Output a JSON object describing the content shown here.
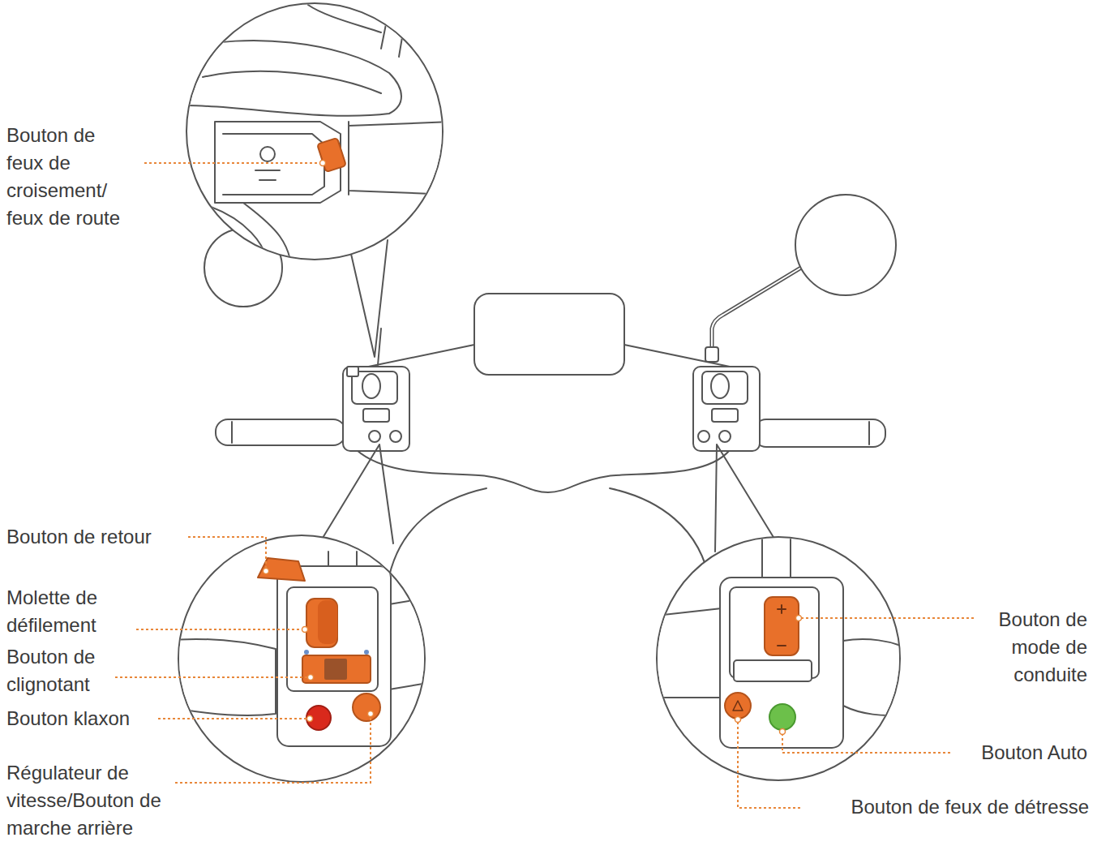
{
  "diagram": {
    "labels": [
      "Bouton de feux de croisement/ feux de route",
      "Bouton de retour",
      "Molette de défilement",
      "Bouton de clignotant",
      "Bouton klaxon",
      "Régulateur de vitesse/Bouton de marche arrière",
      "Bouton de mode de conduite",
      "Bouton Auto",
      "Bouton de feux de détresse"
    ]
  }
}
